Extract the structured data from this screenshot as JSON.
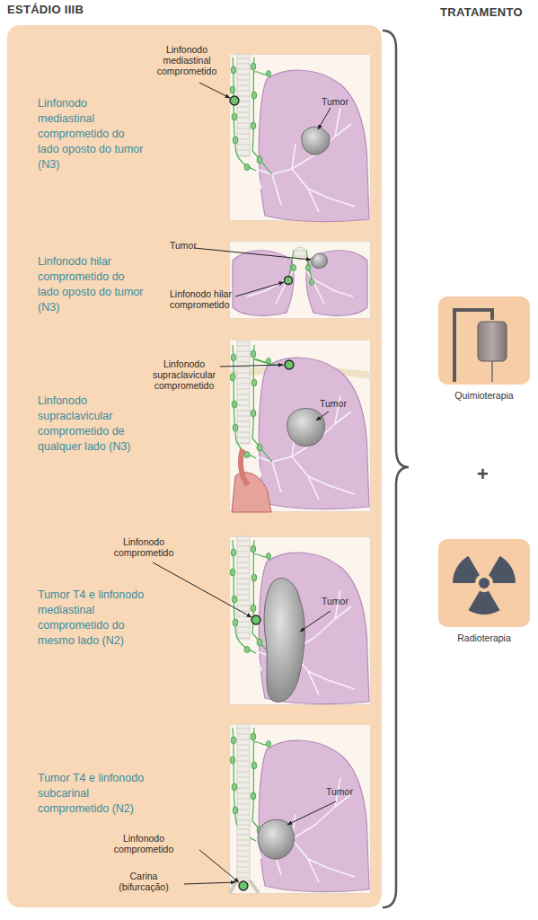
{
  "diagram": {
    "nodes": [
      {
        "text": [
          "ESTÁDIO IIIB",
          "Linfonodo mediastinal comprometido do lado oposto do tumor (N3)",
          "Linfonodo hilar comprometido do lado oposto do tumor (N3)",
          "Linfonodo supraclavicular comprometido de qualquer lado (N3)",
          "Tumor T4 e linfonodo mediastinal comprometido do mesmo lado (N2)",
          "Tumor T4 e linfonodo subcarinal comprometido (N2)"
        ]
      },
      {
        "text": [
          "Linfonodo mediastinal comprometido",
          "Tumor"
        ],
        "in": 0
      },
      {
        "text": [
          "Tumor",
          "Linfonodo hilar comprometido"
        ],
        "in": 0
      },
      {
        "text": [
          "Linfonodo supraclavicular comprometido",
          "Tumor"
        ],
        "in": 0
      },
      {
        "text": [
          "Linfonodo comprometido",
          "Tumor"
        ],
        "in": 0
      },
      {
        "text": [
          "Tumor",
          "Linfonodo comprometido",
          "Carina (bifurcação)"
        ],
        "in": 0
      },
      {
        "text": [
          "Quimioterapia"
        ]
      },
      {
        "text": [
          "Radioterapia"
        ]
      }
    ],
    "labels": [
      "TRATAMENTO",
      "+"
    ]
  }
}
